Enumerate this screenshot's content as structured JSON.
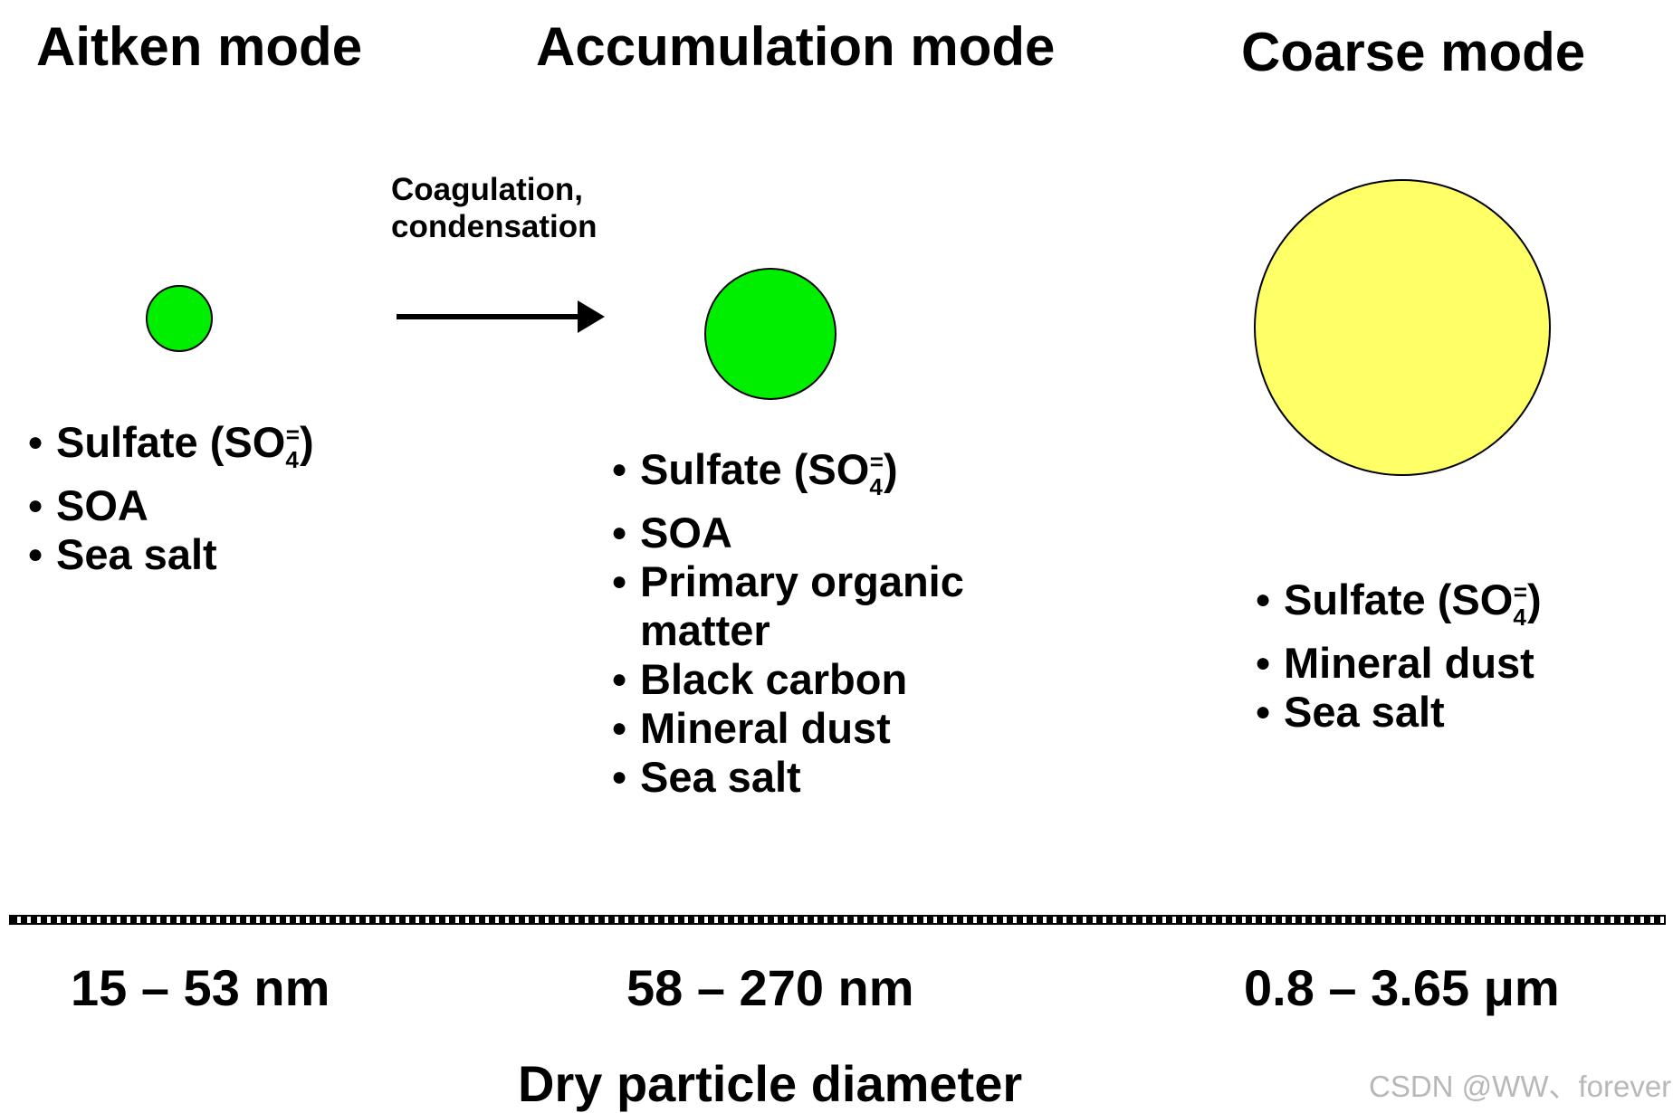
{
  "modes": [
    {
      "title": "Aitken mode",
      "particle_color": "#00ee00",
      "components": [
        {
          "text": "Sulfate (SO",
          "sub": "4",
          "sup": "=",
          "tail": ")"
        },
        {
          "text": "SOA"
        },
        {
          "text": "Sea salt"
        }
      ],
      "size_range": "15 – 53 nm"
    },
    {
      "title": "Accumulation mode",
      "particle_color": "#00ee00",
      "components": [
        {
          "text": "Sulfate (SO",
          "sub": "4",
          "sup": "=",
          "tail": ")"
        },
        {
          "text": "SOA"
        },
        {
          "text": "Primary organic"
        },
        {
          "text": "matter"
        },
        {
          "text": "Black carbon"
        },
        {
          "text": "Mineral dust"
        },
        {
          "text": "Sea salt"
        }
      ],
      "size_range": "58 – 270 nm"
    },
    {
      "title": "Coarse mode",
      "particle_color": "#ffff66",
      "components": [
        {
          "text": "Sulfate (SO",
          "sub": "4",
          "sup": "=",
          "tail": ")"
        },
        {
          "text": "Mineral dust"
        },
        {
          "text": "Sea salt"
        }
      ],
      "size_range": "0.8 – 3.65 μm"
    }
  ],
  "process": {
    "label_line1": "Coagulation,",
    "label_line2": "condensation"
  },
  "axis": {
    "title": "Dry particle diameter"
  },
  "watermark": "CSDN @WW、forever"
}
